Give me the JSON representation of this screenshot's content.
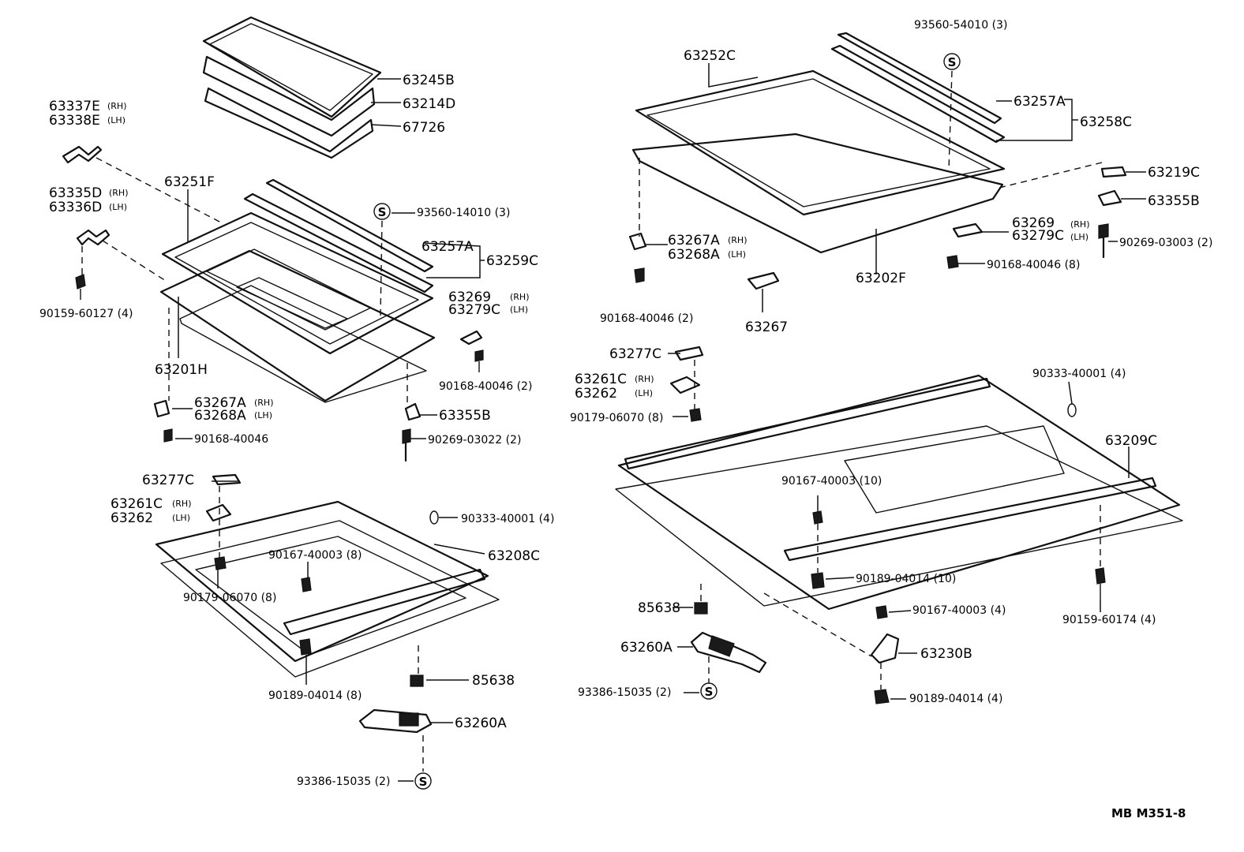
{
  "diagram_ref": "MB  M351-8",
  "left": {
    "p63245B": "63245B",
    "p63214D": "63214D",
    "p67726": "67726",
    "p63337E": "63337E",
    "p63338E": "63338E",
    "p63335D": "63335D",
    "p63336D": "63336D",
    "p90159_60127": "90159-60127 (4)",
    "p63251F": "63251F",
    "p93560_14010": "93560-14010 (3)",
    "p63257A": "63257A",
    "p63259C": "63259C",
    "p63269": "63269",
    "p63279C": "63279C",
    "p90168_40046_2": "90168-40046 (2)",
    "p63201H": "63201H",
    "p63267A": "63267A",
    "p63268A": "63268A",
    "p63355B": "63355B",
    "p90168_40046": "90168-40046",
    "p90269_03022": "90269-03022 (2)",
    "p63277C": "63277C",
    "p63261C": "63261C",
    "p63262": "63262",
    "p90333_40001": "90333-40001 (4)",
    "p90167_40003": "90167-40003 (8)",
    "p63208C": "63208C",
    "p90179_06070": "90179-06070 (8)",
    "p90189_04014": "90189-04014 (8)",
    "p85638": "85638",
    "p63260A": "63260A",
    "p93386_15035": "93386-15035 (2)"
  },
  "right": {
    "p63252C": "63252C",
    "p93560_54010": "93560-54010 (3)",
    "p63257A": "63257A",
    "p63258C": "63258C",
    "p63219C": "63219C",
    "p63355B": "63355B",
    "p63269": "63269",
    "p63279C": "63279C",
    "p90269_03003": "90269-03003 (2)",
    "p90168_40046_8": "90168-40046 (8)",
    "p63267A": "63267A",
    "p63268A": "63268A",
    "p63202F": "63202F",
    "p90168_40046_2": "90168-40046 (2)",
    "p63267": "63267",
    "p63277C": "63277C",
    "p63261C": "63261C",
    "p63262": "63262",
    "p90179_06070": "90179-06070 (8)",
    "p90333_40001": "90333-40001 (4)",
    "p63209C": "63209C",
    "p90167_40003_10": "90167-40003 (10)",
    "p90189_04014_10": "90189-04014 (10)",
    "p85638": "85638",
    "p90167_40003_4": "90167-40003 (4)",
    "p63260A": "63260A",
    "p63230B": "63230B",
    "p93386_15035": "93386-15035 (2)",
    "p90189_04014_4": "90189-04014 (4)",
    "p90159_60174": "90159-60174 (4)"
  },
  "side_marks": {
    "rh": "(RH)",
    "lh": "(LH)"
  },
  "s_mark": "S"
}
